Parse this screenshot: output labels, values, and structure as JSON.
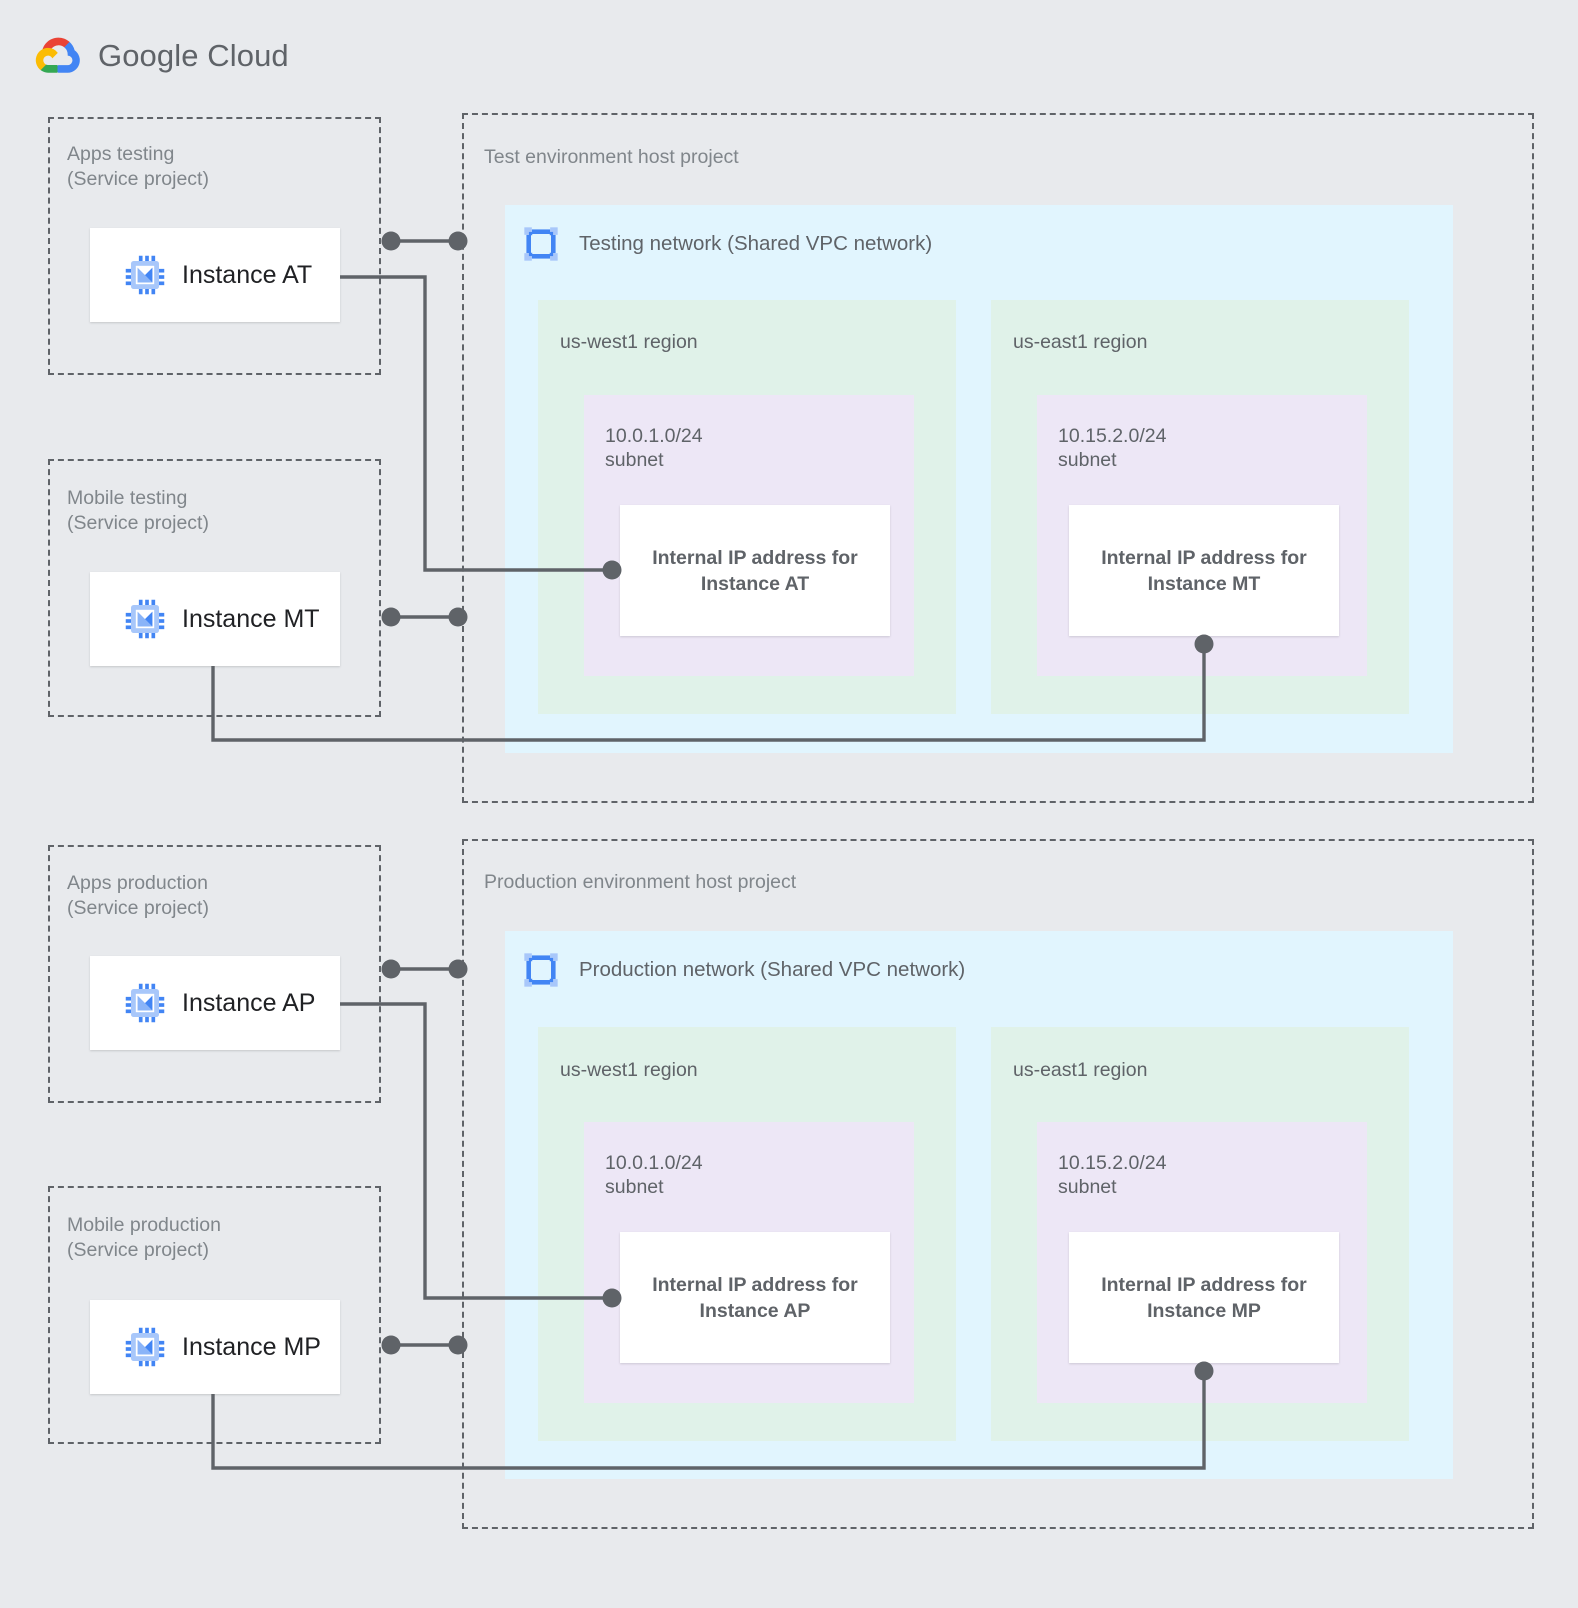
{
  "brand": {
    "name": "Google Cloud",
    "logo_icon": "google-cloud-logo-icon",
    "colors": {
      "red": "#ea4335",
      "yellow": "#fbbc04",
      "green": "#34a853",
      "blue": "#4285f4",
      "text": "#5f6368"
    }
  },
  "palette": {
    "page_background": "#e8eaed",
    "vpc_background": "#e1f5fe",
    "region_background": "#e0f2e9",
    "subnet_background": "#ede7f6",
    "card_background": "#ffffff",
    "dashed_border": "#5f6368",
    "connector": "#5f6368",
    "label_text": "#80868b",
    "body_text": "#5f6368",
    "instance_text": "#202124",
    "icon_blue": "#4285f4",
    "icon_blue_light": "#a8c7fa"
  },
  "environments": [
    {
      "id": "test",
      "host_project": {
        "title": "Test environment host project",
        "network": {
          "title": "Testing network (Shared VPC network)",
          "icon": "vpc-network-icon",
          "regions": [
            {
              "label": "us-west1 region",
              "subnet": {
                "cidr": "10.0.1.0/24",
                "kind": "subnet",
                "ip_box": "Internal IP address for\nInstance AT"
              }
            },
            {
              "label": "us-east1 region",
              "subnet": {
                "cidr": "10.15.2.0/24",
                "kind": "subnet",
                "ip_box": "Internal IP address for\nInstance MT"
              }
            }
          ]
        }
      },
      "service_projects": [
        {
          "name": "Apps testing",
          "kind": "(Service project)",
          "instance": {
            "label": "Instance AT",
            "icon": "vm-instance-icon"
          }
        },
        {
          "name": "Mobile testing",
          "kind": "(Service project)",
          "instance": {
            "label": "Instance MT",
            "icon": "vm-instance-icon"
          }
        }
      ]
    },
    {
      "id": "production",
      "host_project": {
        "title": "Production environment host project",
        "network": {
          "title": "Production network (Shared VPC network)",
          "icon": "vpc-network-icon",
          "regions": [
            {
              "label": "us-west1 region",
              "subnet": {
                "cidr": "10.0.1.0/24",
                "kind": "subnet",
                "ip_box": "Internal IP address for\nInstance AP"
              }
            },
            {
              "label": "us-east1 region",
              "subnet": {
                "cidr": "10.15.2.0/24",
                "kind": "subnet",
                "ip_box": "Internal IP address for\nInstance MP"
              }
            }
          ]
        }
      },
      "service_projects": [
        {
          "name": "Apps production",
          "kind": "(Service project)",
          "instance": {
            "label": "Instance AP",
            "icon": "vm-instance-icon"
          }
        },
        {
          "name": "Mobile production",
          "kind": "(Service project)",
          "instance": {
            "label": "Instance MP",
            "icon": "vm-instance-icon"
          }
        }
      ]
    }
  ],
  "labels": {
    "apps_testing": "Apps testing\n(Service project)",
    "mobile_testing": "Mobile testing\n(Service project)",
    "apps_production": "Apps production\n(Service project)",
    "mobile_production": "Mobile production\n(Service project)",
    "subnet_west_test": "10.0.1.0/24\nsubnet",
    "subnet_east_test": "10.15.2.0/24\nsubnet",
    "subnet_west_prod": "10.0.1.0/24\nsubnet",
    "subnet_east_prod": "10.15.2.0/24\nsubnet"
  }
}
